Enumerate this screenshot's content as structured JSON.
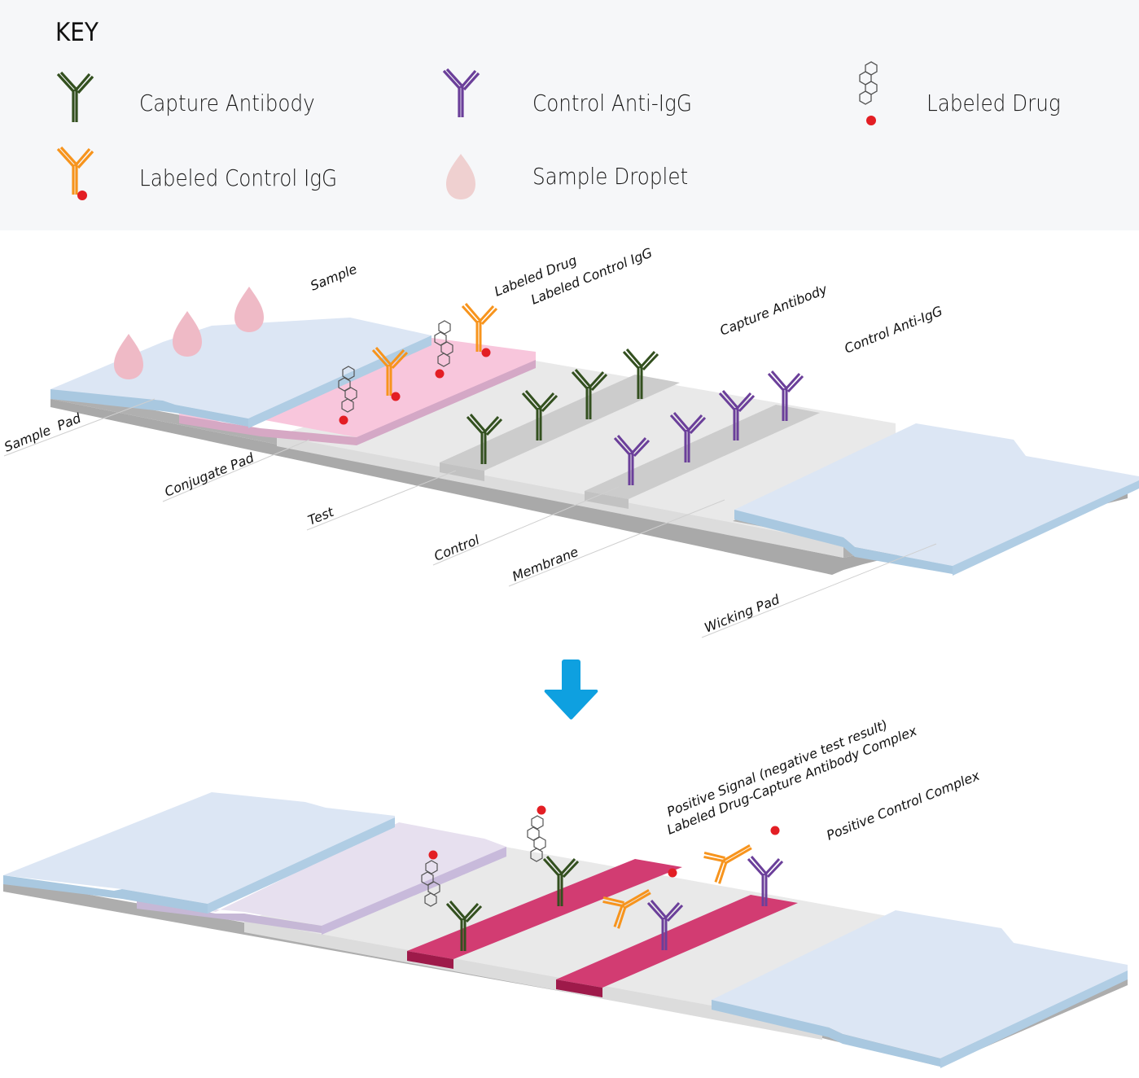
{
  "key": {
    "title": "KEY",
    "items": [
      {
        "icon": "capture-antibody-icon",
        "label": "Capture Antibody"
      },
      {
        "icon": "control-anti-igg-icon",
        "label": "Control Anti-IgG"
      },
      {
        "icon": "labeled-drug-icon",
        "label": "Labeled Drug"
      },
      {
        "icon": "labeled-control-igg-icon",
        "label": "Labeled Control IgG"
      },
      {
        "icon": "sample-droplet-icon",
        "label": "Sample Droplet"
      }
    ]
  },
  "colors": {
    "capture_antibody": "#33501f",
    "control_anti_igg": "#6b3f9a",
    "labeled_control_igg": "#f7941d",
    "label_dot": "#e31e24",
    "droplet": "#efc0c8",
    "sample_pad": "#dce6f4",
    "conjugate_pad_before": "#f8c6dc",
    "conjugate_pad_after": "#e7e0ef",
    "membrane": "#e9e9e9",
    "signal_band": "#d23c72",
    "arrow": "#0ea0e0"
  },
  "before": {
    "labels": {
      "sample": "Sample",
      "labeled_drug": "Labeled Drug",
      "labeled_control_igg": "Labeled Control IgG",
      "capture_antibody": "Capture Antibody",
      "control_anti_igg": "Control Anti-IgG",
      "sample_pad": "Sample  Pad",
      "conjugate_pad": "Conjugate Pad",
      "test": "Test",
      "control": "Control",
      "membrane": "Membrane",
      "wicking_pad": "Wicking Pad"
    }
  },
  "after": {
    "labels": {
      "positive_signal": "Positive Signal (negative test result)",
      "complex": "Labeled Drug-Capture Antibody Complex",
      "positive_control": "Positive Control Complex"
    }
  }
}
